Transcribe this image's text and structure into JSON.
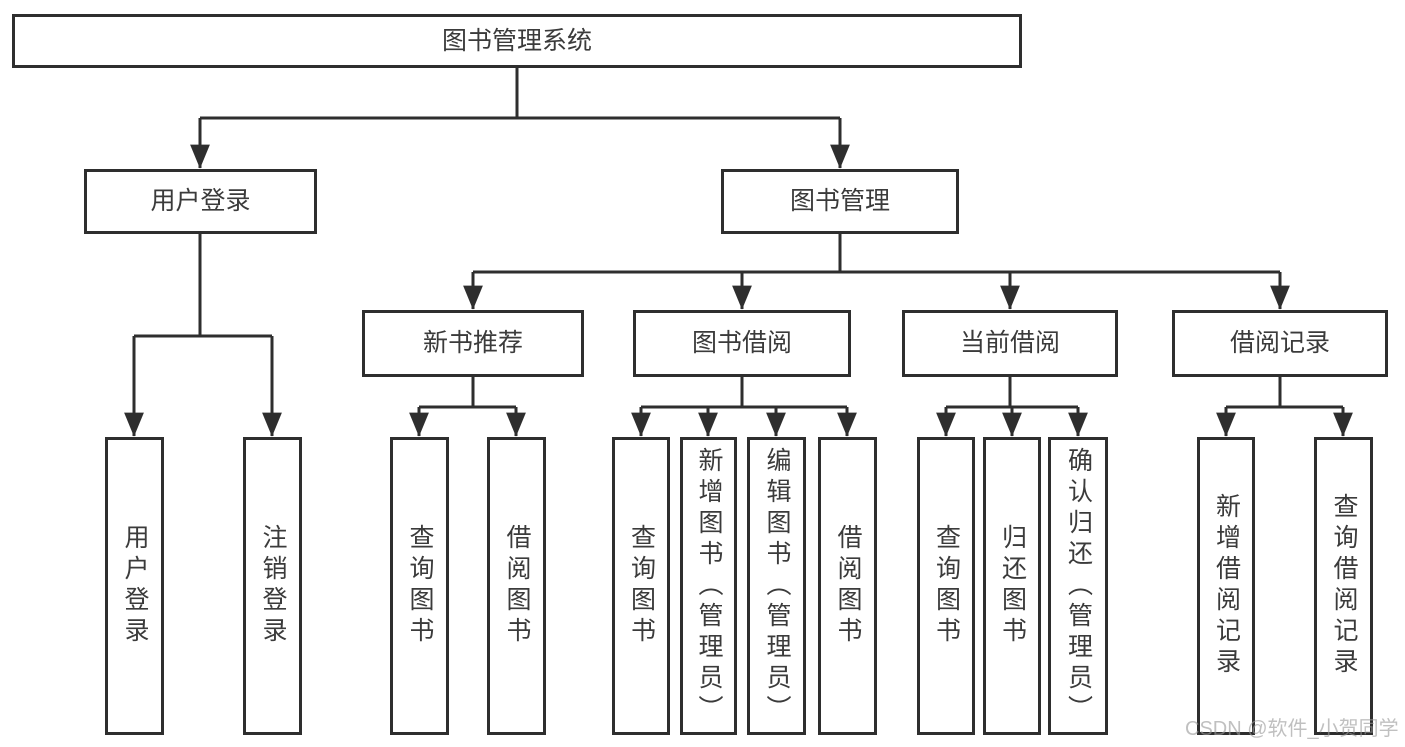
{
  "diagram": {
    "type": "feature-tree",
    "colors": {
      "line": "#2e2e2e",
      "box_border": "#2e2e2e",
      "text": "#3b3b3b",
      "background": "#ffffff",
      "watermark": "#9a9a9a"
    },
    "watermark": {
      "text": "CSDN @软件_小贺同学"
    },
    "tree": {
      "root": {
        "label": "图书管理系统",
        "children": [
          {
            "label": "用户登录",
            "children": [
              {
                "label": "用户登录"
              },
              {
                "label": "注销登录"
              }
            ]
          },
          {
            "label": "图书管理",
            "children": [
              {
                "label": "新书推荐",
                "children": [
                  {
                    "label": "查询图书"
                  },
                  {
                    "label": "借阅图书"
                  }
                ]
              },
              {
                "label": "图书借阅",
                "children": [
                  {
                    "label": "查询图书"
                  },
                  {
                    "label": "新增图书（管理员）"
                  },
                  {
                    "label": "编辑图书（管理员）"
                  },
                  {
                    "label": "借阅图书"
                  }
                ]
              },
              {
                "label": "当前借阅",
                "children": [
                  {
                    "label": "查询图书"
                  },
                  {
                    "label": "归还图书"
                  },
                  {
                    "label": "确认归还（管理员）"
                  }
                ]
              },
              {
                "label": "借阅记录",
                "children": [
                  {
                    "label": "新增借阅记录"
                  },
                  {
                    "label": "查询借阅记录"
                  }
                ]
              }
            ]
          }
        ]
      }
    }
  }
}
